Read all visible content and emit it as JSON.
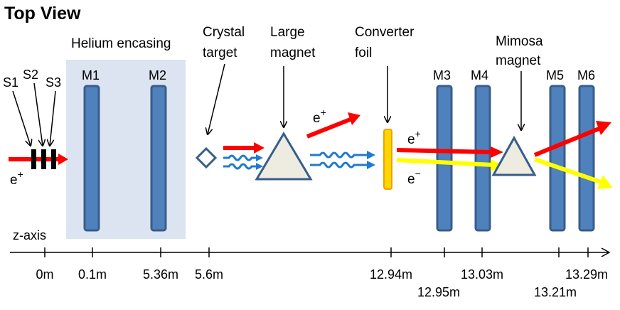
{
  "title": "Top View",
  "labels": {
    "helium": "Helium encasing",
    "crystal_l1": "Crystal",
    "crystal_l2": "target",
    "large_l1": "Large",
    "large_l2": "magnet",
    "converter_l1": "Converter",
    "converter_l2": "foil",
    "mimosa_l1": "Mimosa",
    "mimosa_l2": "magnet",
    "positron_in": "e",
    "positron_mid": "e",
    "positron_out": "e",
    "electron_out": "e",
    "charge_plus": "+",
    "charge_minus": "−"
  },
  "scintillators": [
    "S1",
    "S2",
    "S3"
  ],
  "detectors": [
    "M1",
    "M2",
    "M3",
    "M4",
    "M5",
    "M6"
  ],
  "axis": {
    "name": "z-axis",
    "ticks": [
      "0m",
      "0.1m",
      "5.36m",
      "5.6m",
      "12.94m",
      "12.95m",
      "13.03m",
      "13.21m",
      "13.29m"
    ]
  },
  "colors": {
    "helium_box": "#dbe4f0",
    "detector_fill": "#4f81bd",
    "detector_stroke": "#385d8a",
    "magnet_fill": "#eeece1",
    "beam_red": "#ff0000",
    "beam_yellow": "#ffff00",
    "photon_blue": "#1f7ad1",
    "foil_fill": "#ffd700",
    "foil_stroke": "#f0a000"
  }
}
